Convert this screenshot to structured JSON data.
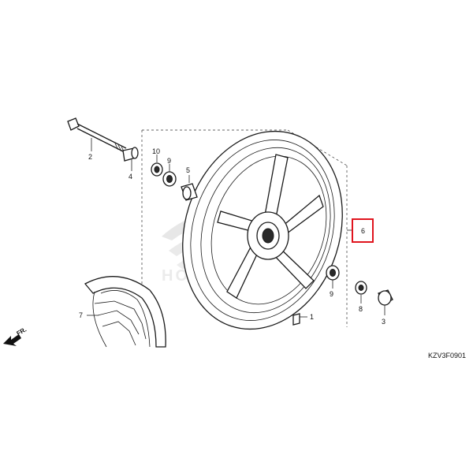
{
  "diagram": {
    "part_labels": [
      {
        "id": "1",
        "text": "1"
      },
      {
        "id": "2",
        "text": "2"
      },
      {
        "id": "3",
        "text": "3"
      },
      {
        "id": "4",
        "text": "4"
      },
      {
        "id": "5",
        "text": "5"
      },
      {
        "id": "6",
        "text": "6"
      },
      {
        "id": "7",
        "text": "7"
      },
      {
        "id": "8",
        "text": "8"
      },
      {
        "id": "9a",
        "text": "9"
      },
      {
        "id": "9b",
        "text": "9"
      },
      {
        "id": "10",
        "text": "10"
      }
    ],
    "highlighted_part": "6",
    "highlight_color": "#e0141e",
    "direction_label": "FR.",
    "diagram_code": "KZV3F0901",
    "watermark_text": "HONDA"
  }
}
